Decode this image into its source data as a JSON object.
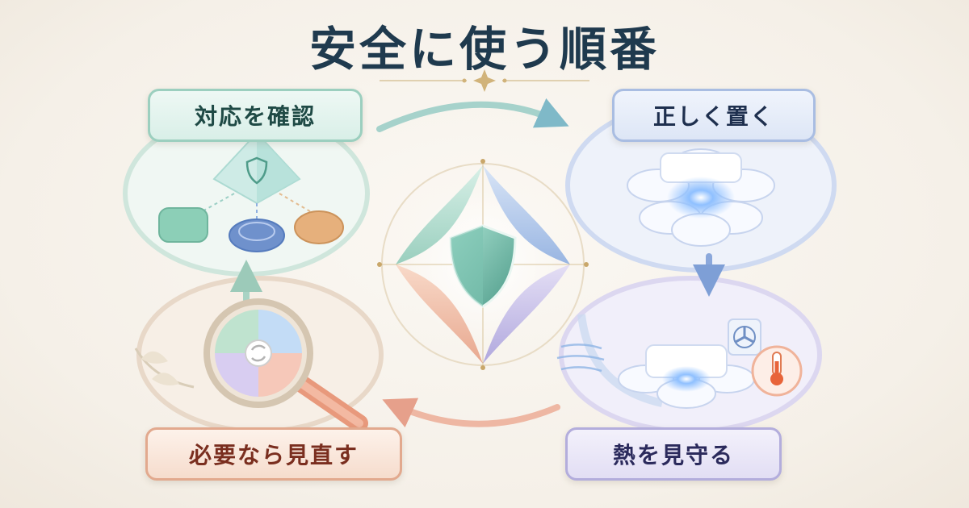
{
  "title": "安全に使う順番",
  "steps": {
    "check": {
      "label": "対応を確認",
      "color": "#8cc9b6"
    },
    "place": {
      "label": "正しく置く",
      "color": "#9fb6e0"
    },
    "watch": {
      "label": "熱を見守る",
      "color": "#aaa3dc"
    },
    "review": {
      "label": "必要なら見直す",
      "color": "#e7a58a"
    }
  },
  "icons": {
    "center": "shield-icon",
    "check": "crystal-shield-icon",
    "place": "charging-pad-icon",
    "watch": "thermometer-icon",
    "review": "magnifier-icon"
  }
}
